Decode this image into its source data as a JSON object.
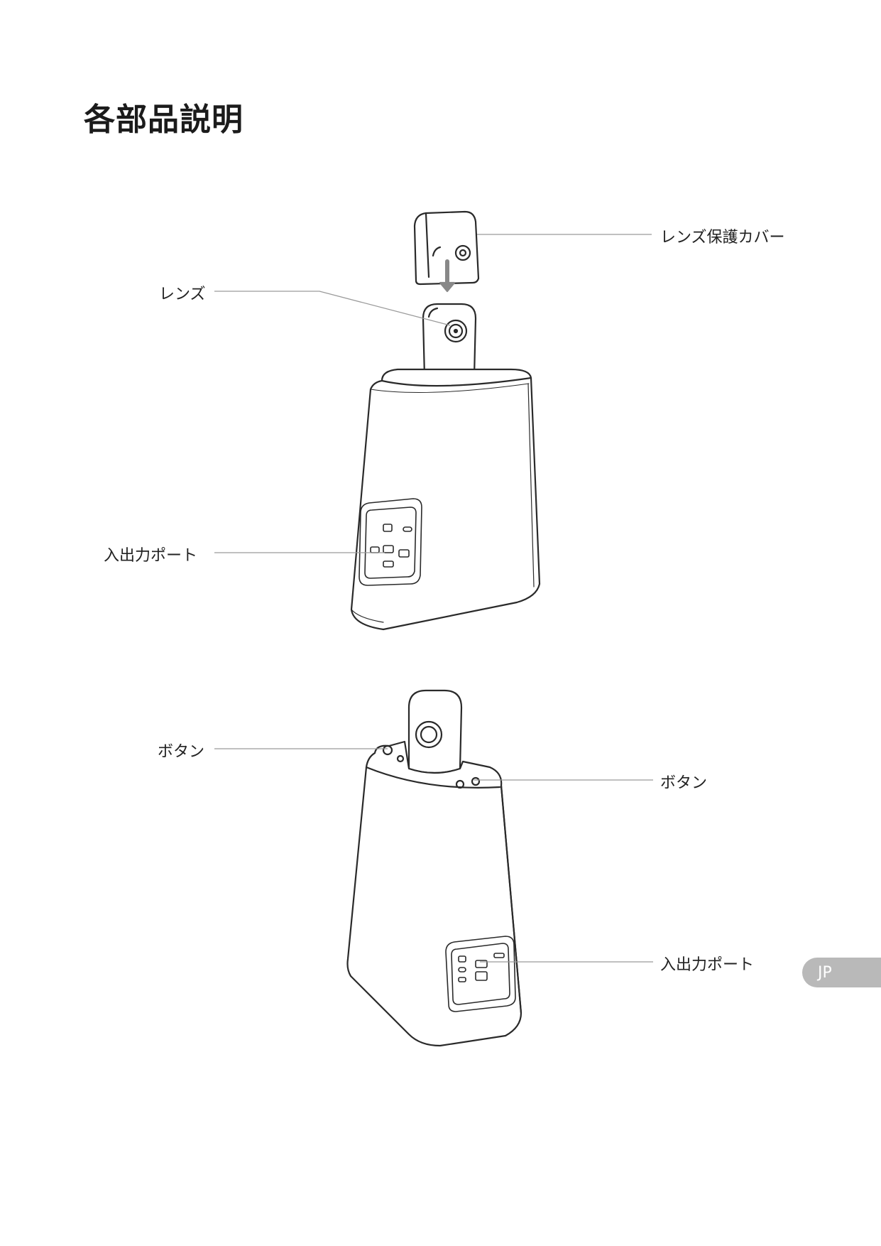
{
  "page": {
    "title": "各部品説明",
    "lang_badge": "JP"
  },
  "figure_top": {
    "labels": {
      "lens_cover": "レンズ保護カバー",
      "lens": "レンズ",
      "io_port": "入出力ポート"
    }
  },
  "figure_bottom": {
    "labels": {
      "button_left": "ボタン",
      "button_right": "ボタン",
      "io_port": "入出力ポート"
    }
  }
}
